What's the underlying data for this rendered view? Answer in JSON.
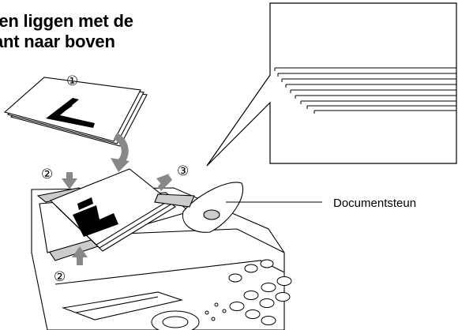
{
  "heading": {
    "line1": "nten liggen met de",
    "line2": "ant naar boven"
  },
  "markers": {
    "step1": "①",
    "step2_top": "②",
    "step2_bottom": "②",
    "step3": "③"
  },
  "callout": {
    "label": "Documentsteun"
  },
  "icons": {
    "arrow": "curved-down-arrow-icon",
    "press": "press-arrow-icon",
    "document_glyph": "paper-sheet-icon"
  }
}
